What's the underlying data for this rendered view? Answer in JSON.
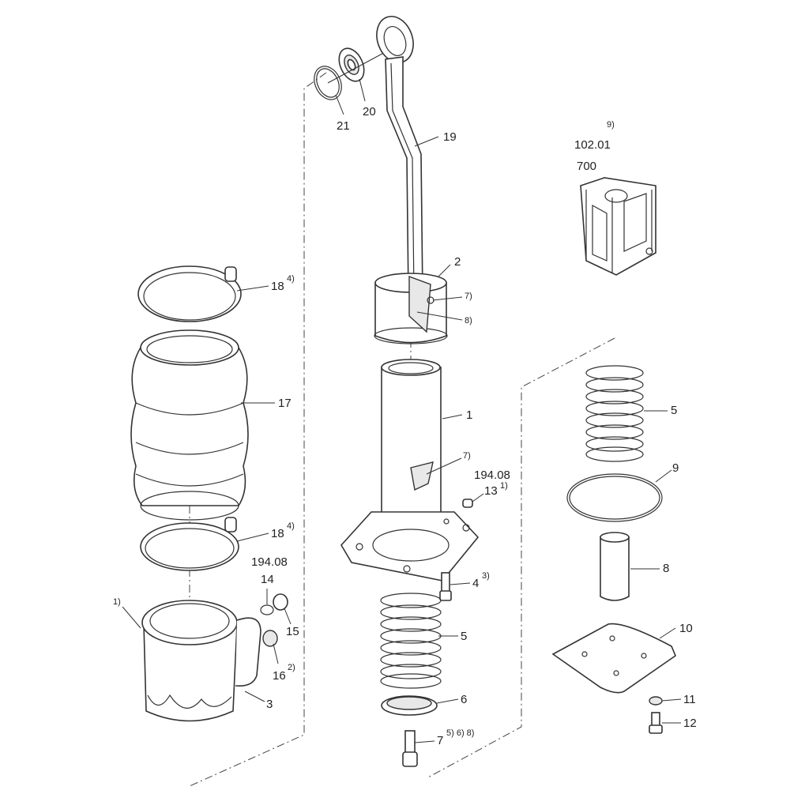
{
  "diagram": {
    "type": "exploded-parts-drawing",
    "callouts": [
      {
        "id": "p21",
        "number": "21",
        "note": ""
      },
      {
        "id": "p20",
        "number": "20",
        "note": ""
      },
      {
        "id": "p19",
        "number": "19",
        "note": ""
      },
      {
        "id": "p2",
        "number": "2",
        "note": ""
      },
      {
        "id": "p2-7",
        "number": "",
        "note": "7)"
      },
      {
        "id": "p2-8",
        "number": "",
        "note": "8)"
      },
      {
        "id": "p18a",
        "number": "18",
        "note": "4)"
      },
      {
        "id": "p17",
        "number": "17",
        "note": ""
      },
      {
        "id": "p18b",
        "number": "18",
        "note": "4)"
      },
      {
        "id": "p1",
        "number": "1",
        "note": ""
      },
      {
        "id": "p1-7",
        "number": "",
        "note": "7)"
      },
      {
        "id": "p13",
        "number": "13",
        "note": "1)",
        "group": "194.08"
      },
      {
        "id": "p4",
        "number": "4",
        "note": "3)"
      },
      {
        "id": "p5a",
        "number": "5",
        "note": ""
      },
      {
        "id": "p6",
        "number": "6",
        "note": ""
      },
      {
        "id": "p7",
        "number": "7",
        "note": "5) 6) 8)"
      },
      {
        "id": "p14",
        "number": "14",
        "note": "",
        "group": "194.08"
      },
      {
        "id": "p15",
        "number": "15",
        "note": ""
      },
      {
        "id": "p16",
        "number": "16",
        "note": "2)"
      },
      {
        "id": "p3",
        "number": "3",
        "note": ""
      },
      {
        "id": "p3-1",
        "number": "",
        "note": "1)"
      },
      {
        "id": "p5b",
        "number": "5",
        "note": ""
      },
      {
        "id": "p9",
        "number": "9",
        "note": ""
      },
      {
        "id": "p8",
        "number": "8",
        "note": ""
      },
      {
        "id": "p10",
        "number": "10",
        "note": ""
      },
      {
        "id": "p11",
        "number": "11",
        "note": ""
      },
      {
        "id": "p12",
        "number": "12",
        "note": ""
      }
    ],
    "groups": {
      "g194a": "194.08",
      "g194b": "194.08",
      "kit_note": "9)",
      "kit_ref": "102.01",
      "kit_num": "700"
    }
  }
}
